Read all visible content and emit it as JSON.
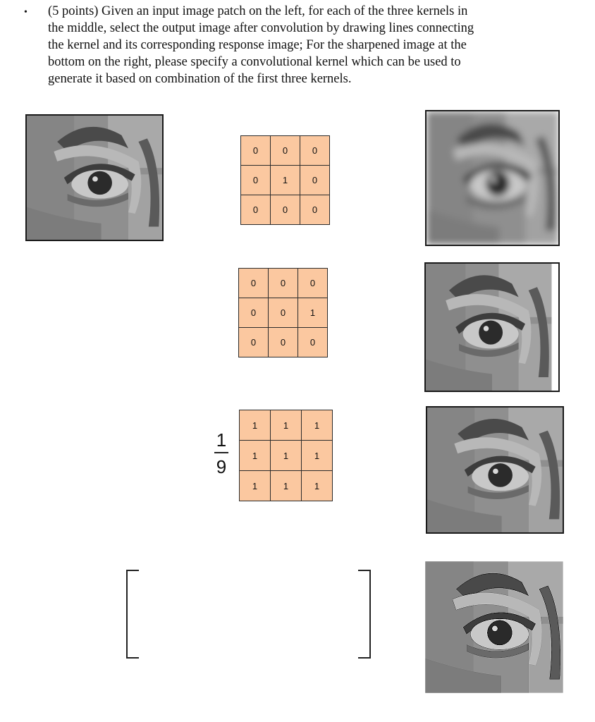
{
  "question": {
    "bullet": "•",
    "lines": [
      "(5 points) Given an input image patch on the left, for each of the three kernels in",
      "the middle, select the output image after convolution by drawing lines connecting",
      "the kernel and its corresponding response image; For the sharpened image at the",
      "bottom on the right, please specify a convolutional kernel which can be used to",
      "generate it based on combination of the first three kernels."
    ]
  },
  "kernels": [
    {
      "rows": [
        [
          "0",
          "0",
          "0"
        ],
        [
          "0",
          "1",
          "0"
        ],
        [
          "0",
          "0",
          "0"
        ]
      ]
    },
    {
      "rows": [
        [
          "0",
          "0",
          "0"
        ],
        [
          "0",
          "0",
          "1"
        ],
        [
          "0",
          "0",
          "0"
        ]
      ]
    },
    {
      "scale_numerator": "1",
      "scale_denominator": "9",
      "rows": [
        [
          "1",
          "1",
          "1"
        ],
        [
          "1",
          "1",
          "1"
        ],
        [
          "1",
          "1",
          "1"
        ]
      ]
    }
  ],
  "images": {
    "input": "eye-patch-original",
    "outputs": [
      "eye-patch-blurred",
      "eye-patch-shifted",
      "eye-patch-identity",
      "eye-patch-sharpened"
    ]
  },
  "answer_matrix": {
    "content": ""
  }
}
